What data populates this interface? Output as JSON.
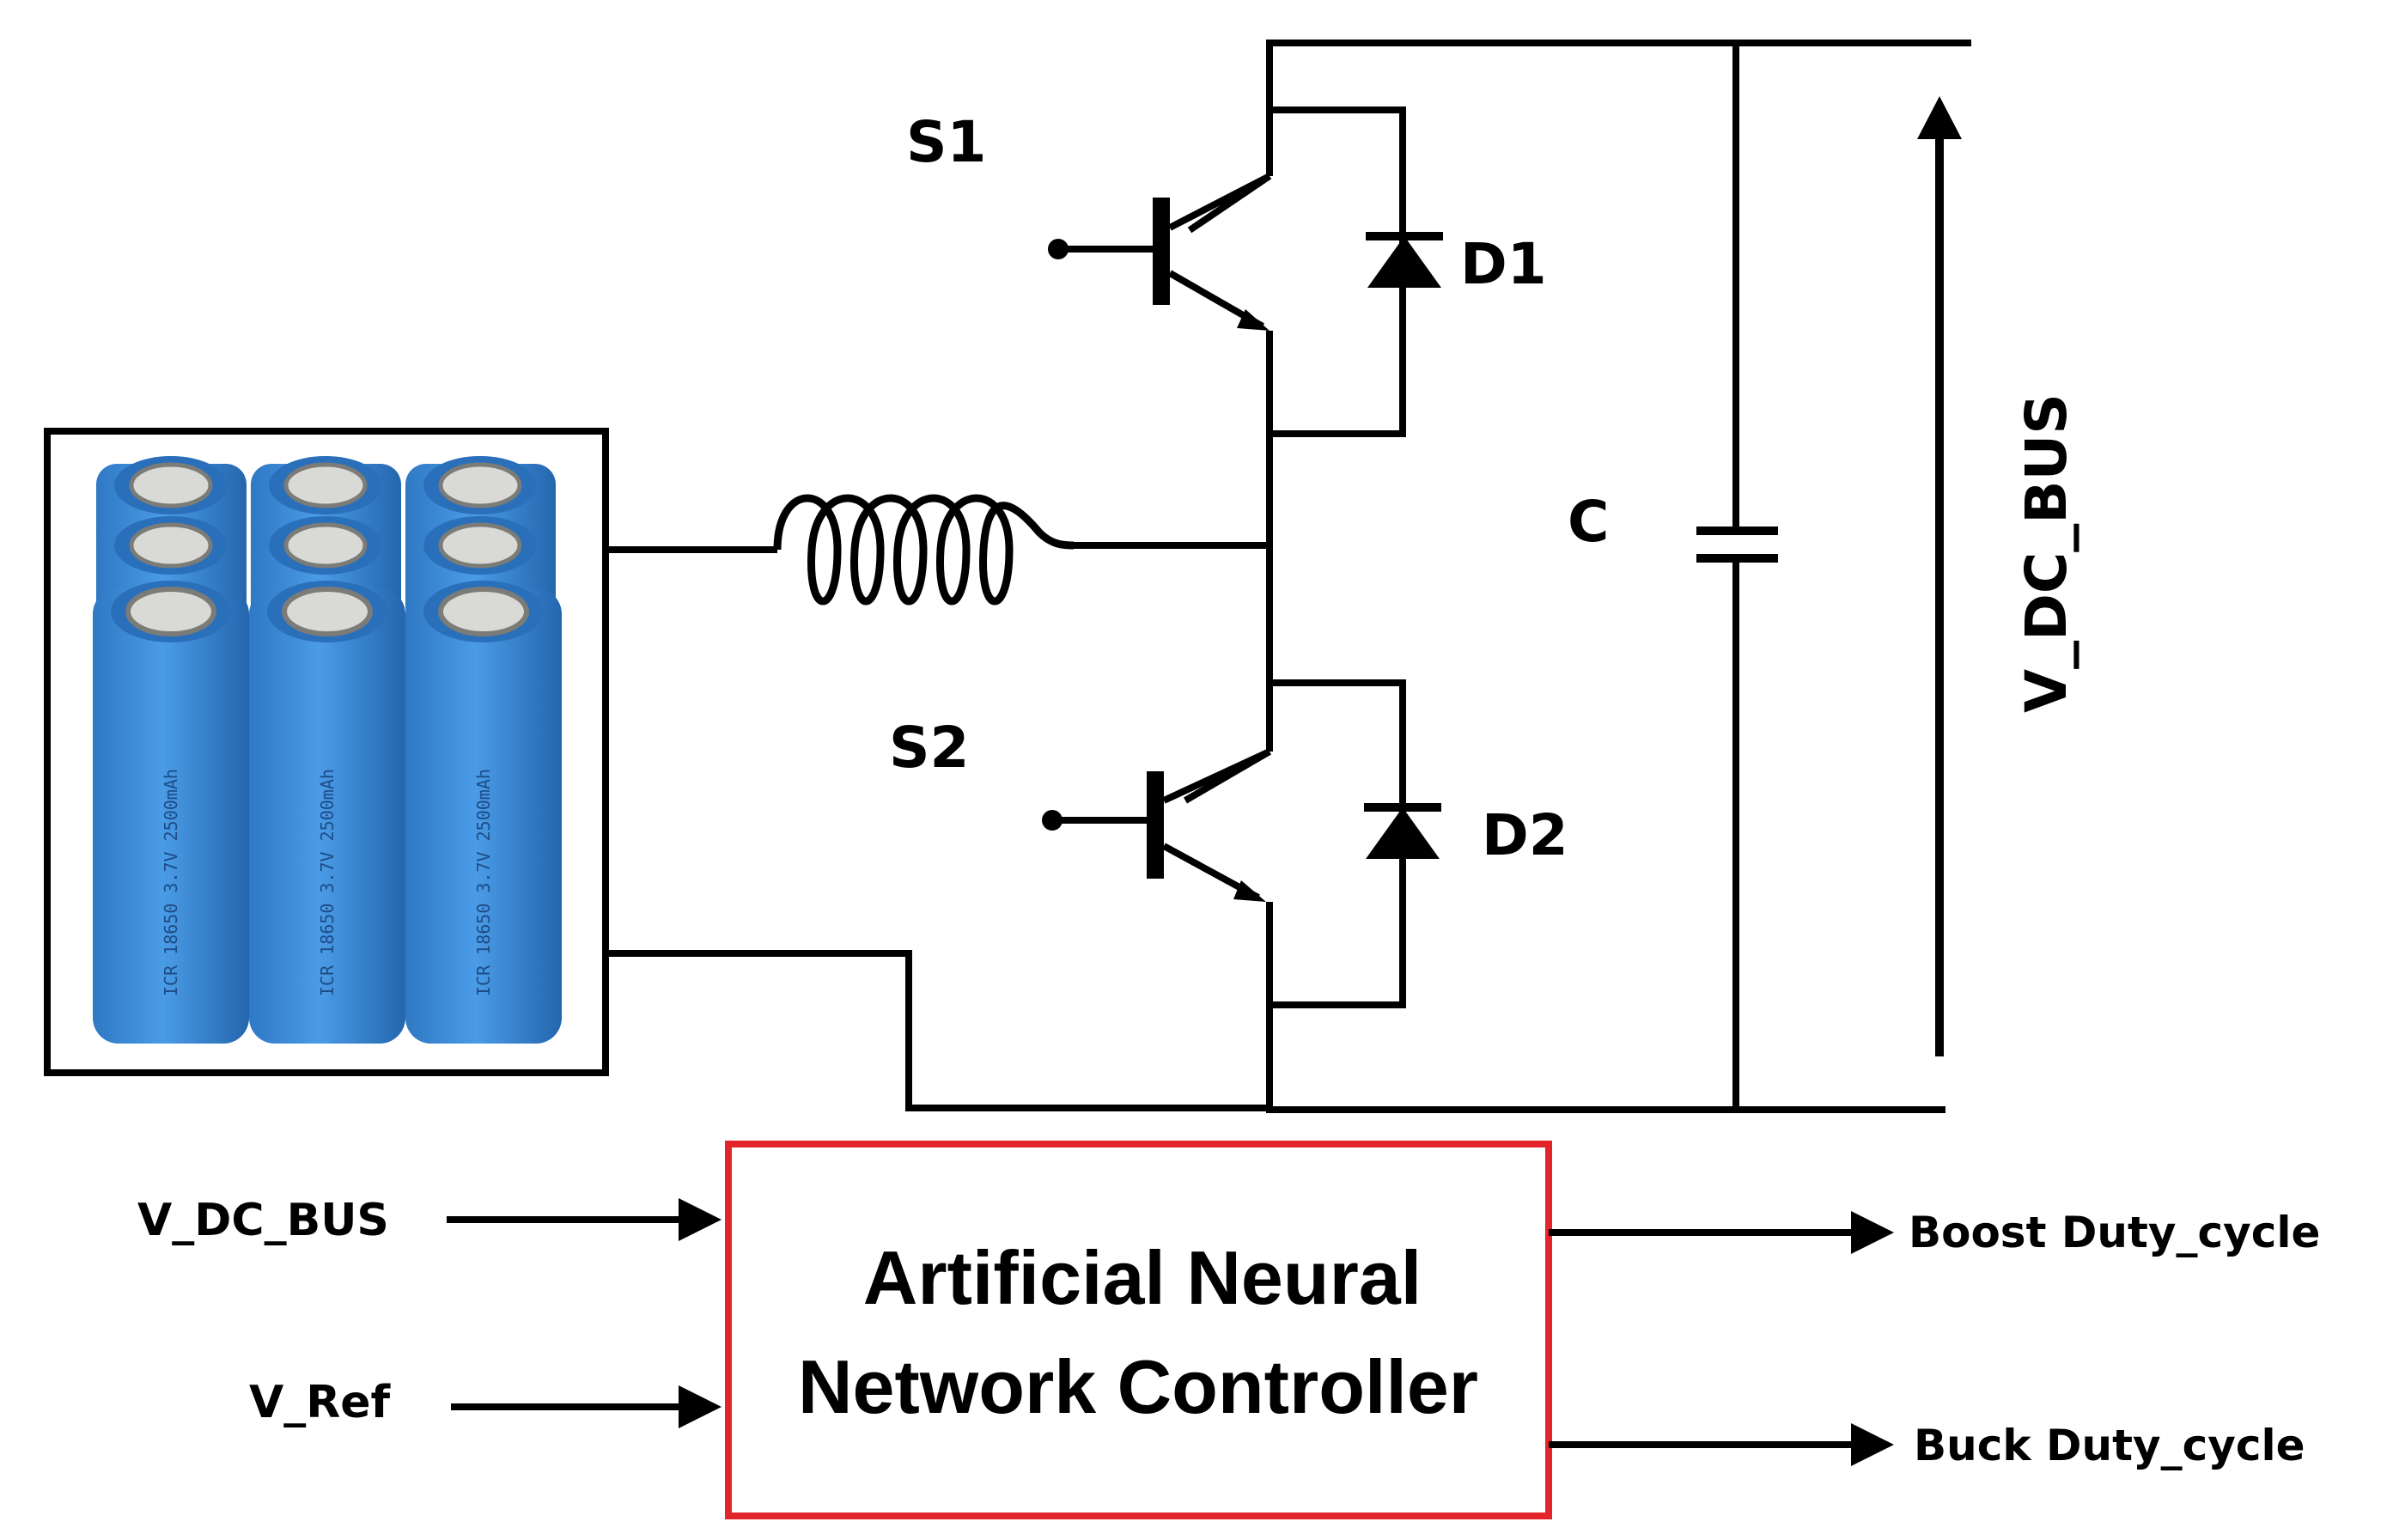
{
  "colors": {
    "wire": "#000000",
    "controller_border": "#e3252b",
    "battery_body": "#3a8fdc",
    "battery_dark": "#1f5fa8",
    "battery_cap": "#d9d9d6"
  },
  "circuit": {
    "switch_top": "S1",
    "switch_bottom": "S2",
    "diode_top": "D1",
    "diode_bottom": "D2",
    "capacitor": "C",
    "bus_voltage": "V_DC_BUS"
  },
  "battery": {
    "icon": "battery-pack-image",
    "cell_marking": "ICR 18650  3.7V 2500mAh"
  },
  "controller": {
    "title_line1": "Artificial Neural",
    "title_line2": "Network Controller",
    "inputs": [
      "V_DC_BUS",
      "V_Ref"
    ],
    "outputs": [
      "Boost Duty_cycle",
      "Buck Duty_cycle"
    ]
  }
}
